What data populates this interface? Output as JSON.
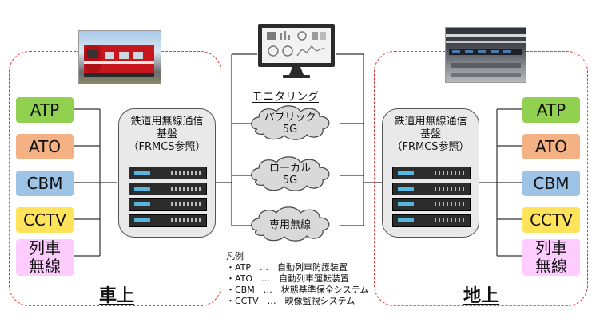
{
  "colors": {
    "atp": "#92d050",
    "ato": "#f4b183",
    "cbm": "#9dc3e6",
    "cctv": "#ffe35a",
    "radio": "#ffccff",
    "group_border": "#e53333",
    "platform": "#e9e9e9"
  },
  "onboard": {
    "label": "車上",
    "functions": [
      "ATP",
      "ATO",
      "CBM",
      "CCTV",
      "列車\n無線"
    ],
    "platform_title": "鉄道用無線通信\n基盤\n（FRMCS参照）"
  },
  "ground": {
    "label": "地上",
    "functions": [
      "ATP",
      "ATO",
      "CBM",
      "CCTV",
      "列車\n無線"
    ],
    "platform_title": "鉄道用無線通信\n基盤\n（FRMCS参照）"
  },
  "monitoring": {
    "label": "モニタリング"
  },
  "networks": [
    "パブリック\n5G",
    "ローカル\n5G",
    "専用無線"
  ],
  "legend": {
    "title": "凡例",
    "items": [
      "・ATP　…　自動列車防護装置",
      "・ATO　…　自動列車運転装置",
      "・CBM　…　状態基準保全システム",
      "・CCTV　…　映像監視システム"
    ]
  },
  "icons": {
    "train_photo": "red-subway-train-photo",
    "control_room_photo": "control-room-photo",
    "monitor": "monitoring-display-icon"
  }
}
